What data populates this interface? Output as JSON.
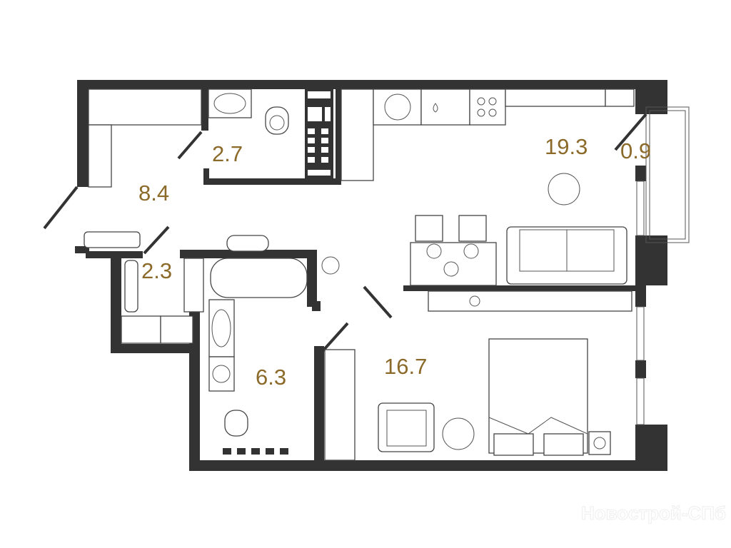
{
  "plan": {
    "rooms": [
      {
        "name": "hallway",
        "area": "8.4"
      },
      {
        "name": "toilet",
        "area": "2.7"
      },
      {
        "name": "kitchen-living",
        "area": "19.3"
      },
      {
        "name": "balcony",
        "area": "0.9"
      },
      {
        "name": "storage",
        "area": "2.3"
      },
      {
        "name": "bathroom",
        "area": "6.3"
      },
      {
        "name": "bedroom",
        "area": "16.7"
      }
    ],
    "watermark": "Новострой-СПб",
    "colors": {
      "wall": "#333333",
      "area_label": "#8b6a2a"
    }
  }
}
